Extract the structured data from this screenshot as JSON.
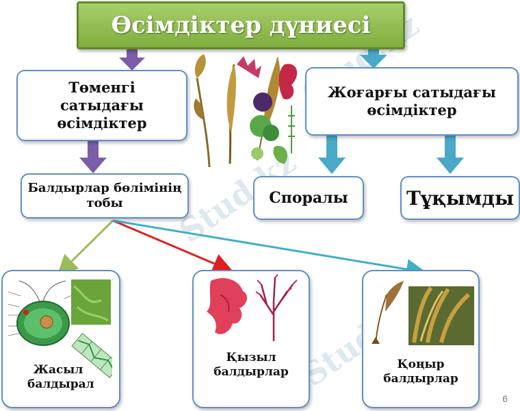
{
  "title": "Өсімдіктер дүниесі",
  "lower_plants": "Төменгі сатыдағы өсімдіктер",
  "higher_plants": "Жоғарғы сатыдағы өсімдіктер",
  "algae_division": "Балдырлар бөлімінің тобы",
  "spore": "Споралы",
  "seed": "Тұқымды",
  "green_algae": "Жасыл балдырал",
  "red_algae": "Қызыл балдырлар",
  "brown_algae": "Қоңыр балдырлар",
  "watermark": "Stud.kz",
  "slide_number": "6",
  "colors": {
    "title_green": "#8fbf4f",
    "box_border": "#5d8fc7",
    "arrow_purple": "#7b5ea7",
    "arrow_blue": "#4aa8c9",
    "line_green": "#9bbb59",
    "line_red": "#e02020",
    "line_blue": "#3fb0c8"
  },
  "icons": [
    "algae-collage-image",
    "green-cell-diagram-image",
    "red-algae-image",
    "brown-algae-image"
  ]
}
